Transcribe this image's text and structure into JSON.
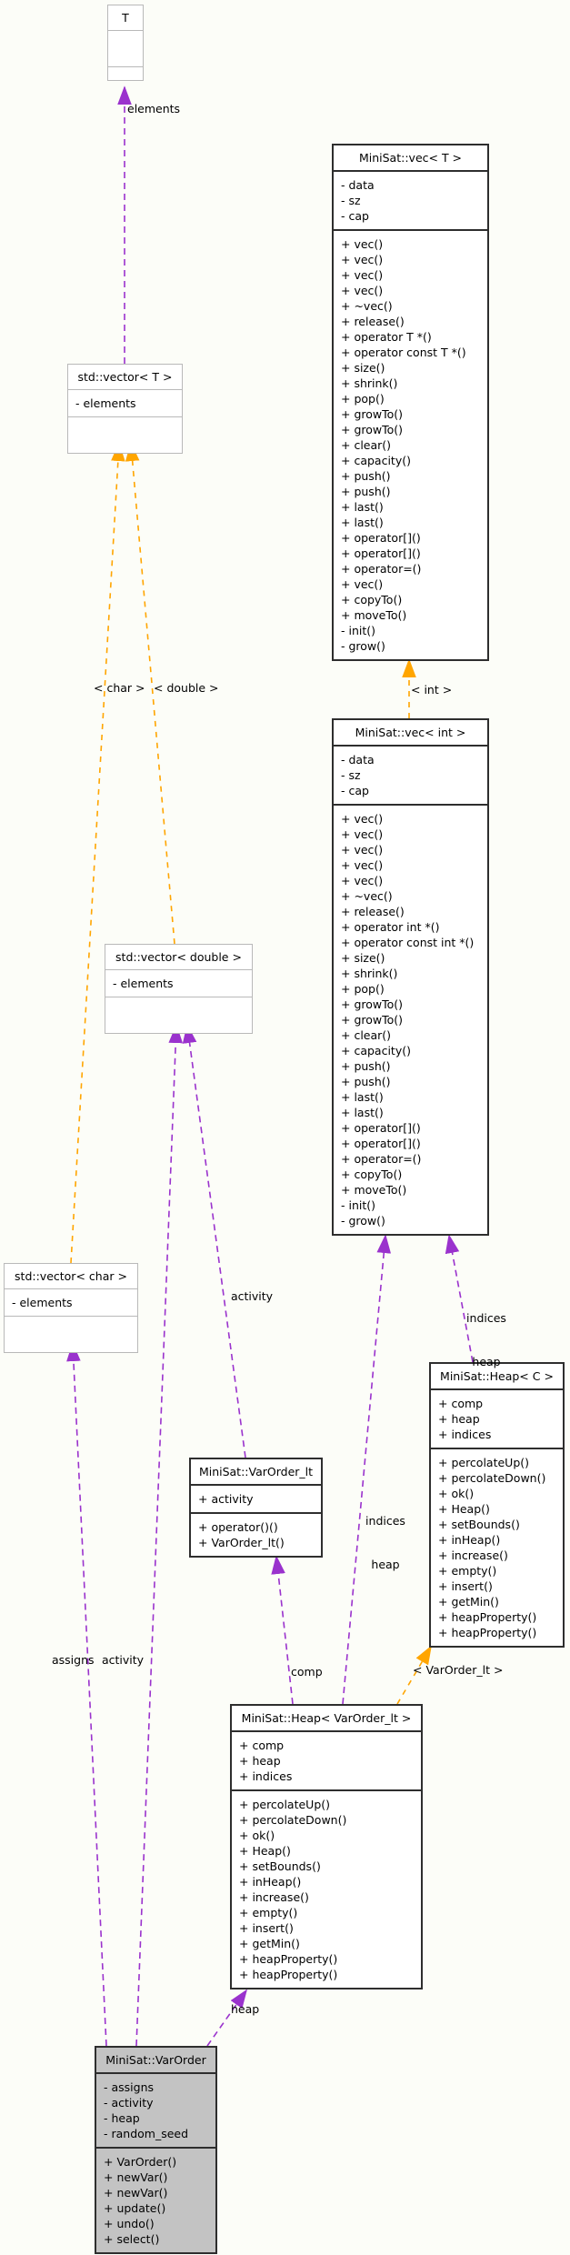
{
  "colors": {
    "usage_edge": "#9a32cd",
    "template_edge": "#ffa500",
    "dark_border": "#2e2e2e",
    "gray_border": "#b9b9b9",
    "focus_fill": "#c3c3c3",
    "background": "#fcfdf8"
  },
  "classes": {
    "t": {
      "title": "T",
      "attributes": [],
      "methods": []
    },
    "vecT": {
      "title": "MiniSat::vec< T >",
      "attributes": [
        "- data",
        "- sz",
        "- cap"
      ],
      "methods": [
        "+ vec()",
        "+ vec()",
        "+ vec()",
        "+ vec()",
        "+ ~vec()",
        "+ release()",
        "+ operator T *()",
        "+ operator const T *()",
        "+ size()",
        "+ shrink()",
        "+ pop()",
        "+ growTo()",
        "+ growTo()",
        "+ clear()",
        "+ capacity()",
        "+ push()",
        "+ push()",
        "+ last()",
        "+ last()",
        "+ operator[]()",
        "+ operator[]()",
        "+ operator=()",
        "+ vec()",
        "+ copyTo()",
        "+ moveTo()",
        "- init()",
        "- grow()"
      ]
    },
    "vectorT": {
      "title": "std::vector< T >",
      "attributes": [
        "- elements"
      ],
      "methods": []
    },
    "vecInt": {
      "title": "MiniSat::vec< int >",
      "attributes": [
        "- data",
        "- sz",
        "- cap"
      ],
      "methods": [
        "+ vec()",
        "+ vec()",
        "+ vec()",
        "+ vec()",
        "+ vec()",
        "+ ~vec()",
        "+ release()",
        "+ operator int *()",
        "+ operator const int *()",
        "+ size()",
        "+ shrink()",
        "+ pop()",
        "+ growTo()",
        "+ growTo()",
        "+ clear()",
        "+ capacity()",
        "+ push()",
        "+ push()",
        "+ last()",
        "+ last()",
        "+ operator[]()",
        "+ operator[]()",
        "+ operator=()",
        "+ copyTo()",
        "+ moveTo()",
        "- init()",
        "- grow()"
      ]
    },
    "vectorDouble": {
      "title": "std::vector< double >",
      "attributes": [
        "- elements"
      ],
      "methods": []
    },
    "vectorChar": {
      "title": "std::vector< char >",
      "attributes": [
        "- elements"
      ],
      "methods": []
    },
    "heapC": {
      "title": "MiniSat::Heap< C >",
      "attributes": [
        "+ comp",
        "+ heap",
        "+ indices"
      ],
      "methods": [
        "+ percolateUp()",
        "+ percolateDown()",
        "+ ok()",
        "+ Heap()",
        "+ setBounds()",
        "+ inHeap()",
        "+ increase()",
        "+ empty()",
        "+ insert()",
        "+ getMin()",
        "+ heapProperty()",
        "+ heapProperty()"
      ]
    },
    "varOrderLt": {
      "title": "MiniSat::VarOrder_lt",
      "attributes": [
        "+ activity"
      ],
      "methods": [
        "+ operator()()",
        "+ VarOrder_lt()"
      ]
    },
    "heapVOL": {
      "title": "MiniSat::Heap< VarOrder_lt >",
      "attributes": [
        "+ comp",
        "+ heap",
        "+ indices"
      ],
      "methods": [
        "+ percolateUp()",
        "+ percolateDown()",
        "+ ok()",
        "+ Heap()",
        "+ setBounds()",
        "+ inHeap()",
        "+ increase()",
        "+ empty()",
        "+ insert()",
        "+ getMin()",
        "+ heapProperty()",
        "+ heapProperty()"
      ]
    },
    "varOrder": {
      "title": "MiniSat::VarOrder",
      "attributes": [
        "- assigns",
        "- activity",
        "- heap",
        "- random_seed"
      ],
      "methods": [
        "+ VarOrder()",
        "+ newVar()",
        "+ newVar()",
        "+ update()",
        "+ undo()",
        "+ select()"
      ]
    }
  },
  "labels": {
    "elements": "elements",
    "tchar": "< char >",
    "tdouble": "< double >",
    "tint": "< int >",
    "tvarorderlt": "< VarOrder_lt >",
    "activity_upper": "activity",
    "indices_left": "indices",
    "heap_left": "heap",
    "indices_right": "indices",
    "heap_right": "heap",
    "comp": "comp",
    "assigns": "assigns",
    "activity_long": "activity",
    "heap_bottom": "heap"
  }
}
